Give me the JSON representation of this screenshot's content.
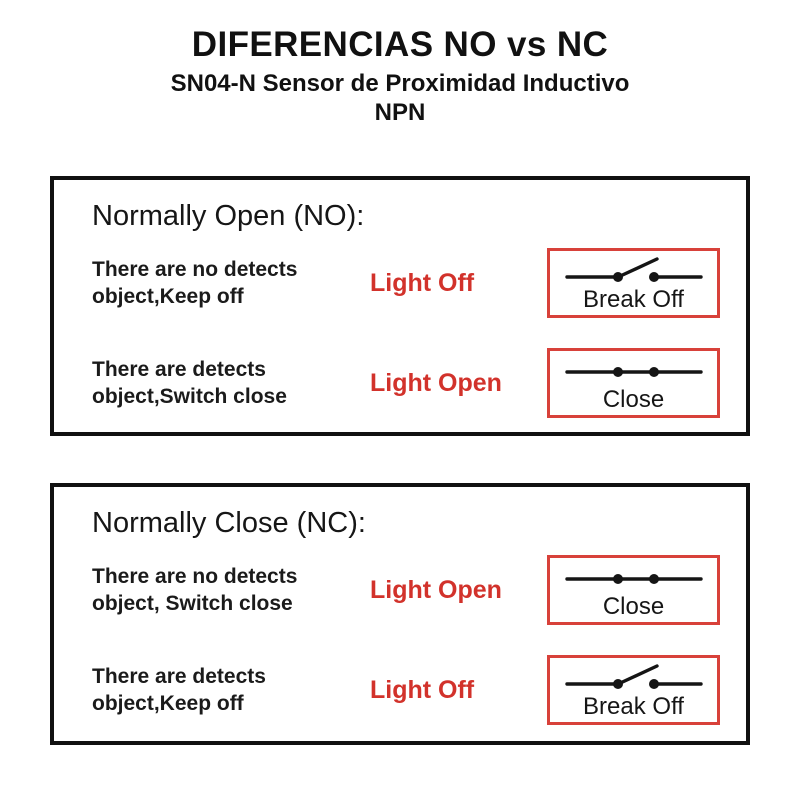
{
  "header": {
    "title": "DIFERENCIAS NO vs NC",
    "subtitle": "SN04-N Sensor de Proximidad Inductivo",
    "subtitle2": "NPN"
  },
  "colors": {
    "accent_red_text": "#d2322b",
    "accent_red_border": "#d8413a",
    "border_black": "#111111",
    "text_black": "#1a1a1a"
  },
  "panels": [
    {
      "heading": "Normally Open (NO):",
      "rows": [
        {
          "description_line1": "There are no detects",
          "description_line2": "object,Keep off",
          "light_status": "Light Off",
          "switch_label": "Break Off",
          "switch_state": "open",
          "switch_icon": "open-switch-icon"
        },
        {
          "description_line1": "There are detects",
          "description_line2": "object,Switch close",
          "light_status": "Light Open",
          "switch_label": "Close",
          "switch_state": "closed",
          "switch_icon": "closed-switch-icon"
        }
      ]
    },
    {
      "heading": "Normally Close (NC):",
      "rows": [
        {
          "description_line1": "There are no detects",
          "description_line2": "object, Switch close",
          "light_status": "Light Open",
          "switch_label": "Close",
          "switch_state": "closed",
          "switch_icon": "closed-switch-icon"
        },
        {
          "description_line1": "There are detects",
          "description_line2": "object,Keep off",
          "light_status": "Light Off",
          "switch_label": "Break Off",
          "switch_state": "open",
          "switch_icon": "open-switch-icon"
        }
      ]
    }
  ]
}
